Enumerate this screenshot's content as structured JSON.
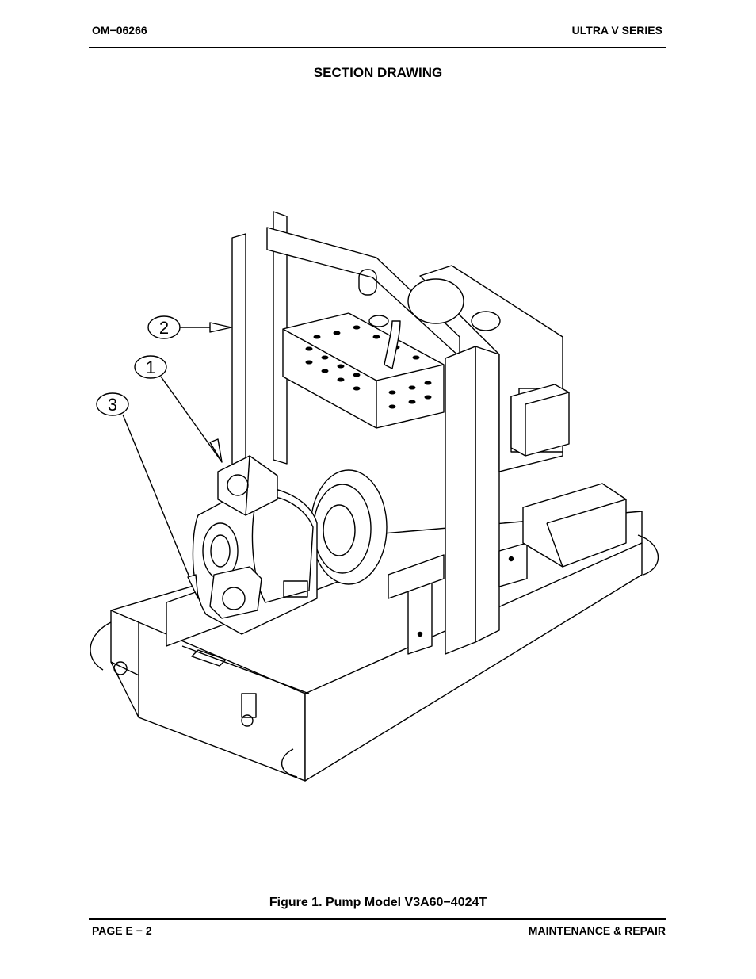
{
  "header": {
    "doc_number": "OM−06266",
    "series": "ULTRA V SERIES"
  },
  "title": "SECTION DRAWING",
  "callouts": [
    "2",
    "1",
    "3"
  ],
  "caption": "Figure 1.  Pump Model V3A60−4024T",
  "footer": {
    "page": "PAGE E − 2",
    "section": "MAINTENANCE & REPAIR"
  }
}
